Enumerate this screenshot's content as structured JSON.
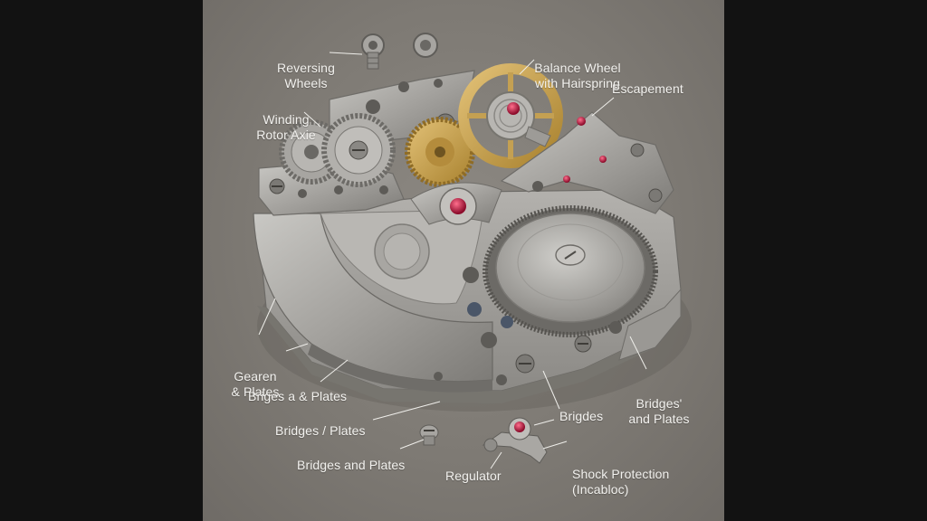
{
  "labels": {
    "reversing_wheels": [
      "Reversing",
      "Wheels"
    ],
    "winding_rotor_axle": [
      "Winding",
      "Rotor Axie"
    ],
    "balance_wheel": [
      "Balance Wheel",
      "with Hairspring"
    ],
    "escapement": "Escapement",
    "gearen_plates": [
      "Gearen",
      "& Plates"
    ],
    "briges_plates": "Briges a & Plates",
    "bridges_slash_plates": "Bridges / Plates",
    "bridges_and_plates_low": "Bridges and Plates",
    "regulator": "Regulator",
    "shock_protection": [
      "Shock Protection",
      "(Incabloc)"
    ],
    "brigdes": "Brigdes",
    "bridges_plates_right": [
      "Bridges'",
      "and Plates"
    ]
  },
  "colors": {
    "background": "#7e7a74",
    "steel": "#a9a7a3",
    "gold": "#c9a24e",
    "jewel": "#b5143a",
    "label_text": "#f2f1ee"
  },
  "icons": {
    "rotor": "rotor-icon",
    "balance": "balance-wheel-icon",
    "barrel": "mainspring-barrel-icon",
    "gear": "gear-icon",
    "screw": "screw-icon",
    "jewel": "jewel-icon"
  }
}
